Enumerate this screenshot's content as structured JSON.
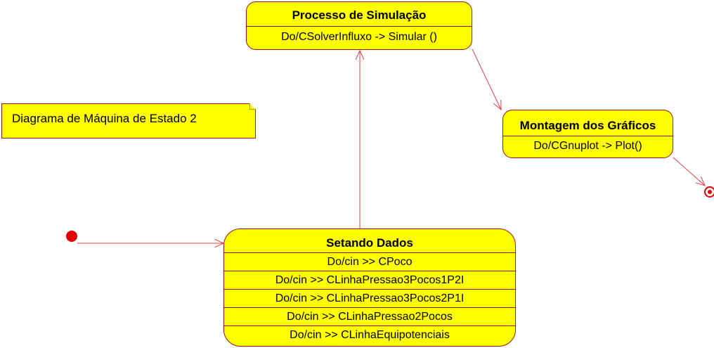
{
  "note": {
    "text": "Diagrama de Máquina de Estado 2"
  },
  "states": {
    "processo": {
      "title": "Processo de Simulação",
      "actions": [
        "Do/CSolverInfluxo -> Simular ()"
      ]
    },
    "montagem": {
      "title": "Montagem dos Gráficos",
      "actions": [
        "Do/CGnuplot -> Plot()"
      ]
    },
    "setando": {
      "title": "Setando Dados",
      "actions": [
        "Do/cin >> CPoco",
        "Do/cin >> CLinhaPressao3Pocos1P2I",
        "Do/cin >> CLinhaPressao3Pocos2P1I",
        "Do/cin >> CLinhaPressao2Pocos",
        "Do/cin >> CLinhaEquipotenciais"
      ]
    }
  },
  "colors": {
    "fill": "#ffff00",
    "stroke": "#a01010",
    "transition": "#e04040",
    "initial": "#e00000"
  }
}
